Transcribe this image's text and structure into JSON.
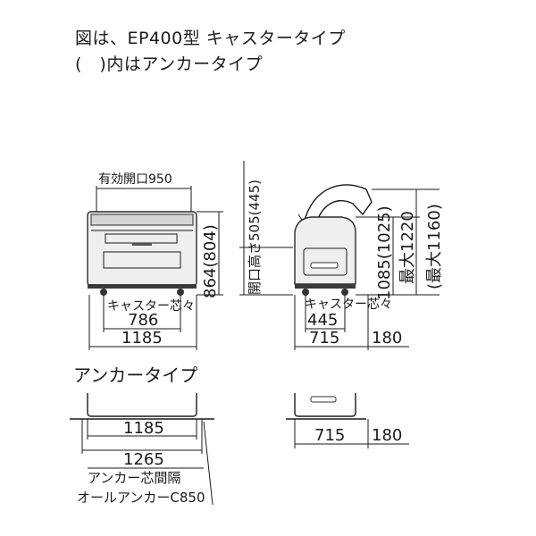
{
  "title_line1": "図は、EP400型 キャスタータイプ",
  "title_line2": "(　)内はアンカータイプ",
  "front_view": {
    "opening_width": "有効開口950",
    "caster_center_label": "キャスター芯々",
    "caster_center": "786",
    "width": "1185",
    "height": "864(804)",
    "opening_height": "開口高さ505(445)"
  },
  "side_view": {
    "caster_center_label": "キャスター芯々",
    "caster_center": "445",
    "depth": "715",
    "lid_depth": "180",
    "height": "1085(1025)",
    "max_height": "最大1220",
    "max_height_anchor": "(最大1160)"
  },
  "anchor_section": {
    "heading": "アンカータイプ",
    "width": "1185",
    "base_width": "1265",
    "pitch_label": "アンカー芯間隔",
    "pitch_value": "オールアンカーC850",
    "side_depth": "715",
    "side_lid_depth": "180"
  }
}
